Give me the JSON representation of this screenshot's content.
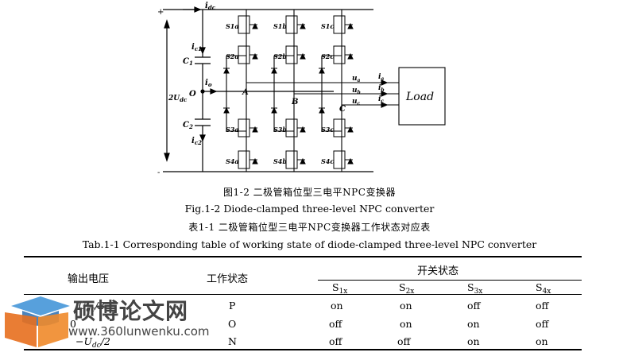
{
  "figure": {
    "labels": {
      "idc": "i",
      "idc_sub": "dc",
      "plus": "+",
      "minus": "-",
      "ic1": "i",
      "ic1_sub": "c1",
      "ic2": "i",
      "ic2_sub": "c2",
      "io": "i",
      "io_sub": "o",
      "C1": "C",
      "C1_sub": "1",
      "C2": "C",
      "C2_sub": "2",
      "O": "O",
      "udc": "2U",
      "udc_sub": "dc",
      "A": "A",
      "B": "B",
      "C": "C",
      "ua": "u",
      "ua_sub": "a",
      "ub": "u",
      "ub_sub": "b",
      "uc": "u",
      "uc_sub": "c",
      "ia": "i",
      "ia_sub": "a",
      "ib": "i",
      "ib_sub": "b",
      "ic": "i",
      "ic_sub": "c",
      "load": "Load",
      "switches": [
        [
          "S1a",
          "S2a",
          "S3a",
          "S4a"
        ],
        [
          "S1b",
          "S2b",
          "S3b",
          "S4b"
        ],
        [
          "S1c",
          "S2c",
          "S3c",
          "S4c"
        ]
      ]
    },
    "caption_cn": "图1-2  二极管箱位型三电平NPC变换器",
    "caption_en": "Fig.1-2 Diode-clamped three-level NPC converter"
  },
  "table": {
    "caption_cn": "表1-1  二极管箱位型三电平NPC变换器工作状态对应表",
    "caption_en": "Tab.1-1 Corresponding table of working state of diode-clamped three-level NPC converter",
    "headers": {
      "output_voltage": "输出电压",
      "work_state": "工作状态",
      "switch_state": "开关状态",
      "s1": "S",
      "s1_sub": "1x",
      "s2": "S",
      "s2_sub": "2x",
      "s3": "S",
      "s3_sub": "3x",
      "s4": "S",
      "s4_sub": "4x"
    },
    "rows": [
      {
        "voltage": "U",
        "voltage_sub": "dc",
        "voltage_tail": "/2",
        "state": "P",
        "s1": "on",
        "s2": "on",
        "s3": "off",
        "s4": "off"
      },
      {
        "voltage": "0",
        "voltage_sub": "",
        "voltage_tail": "",
        "state": "O",
        "s1": "off",
        "s2": "on",
        "s3": "on",
        "s4": "off"
      },
      {
        "voltage": "−U",
        "voltage_sub": "dc",
        "voltage_tail": "/2",
        "state": "N",
        "s1": "off",
        "s2": "off",
        "s3": "on",
        "s4": "on"
      }
    ]
  },
  "watermark": {
    "title": "硕博论文网",
    "url": "www.360lunwenku.com"
  }
}
